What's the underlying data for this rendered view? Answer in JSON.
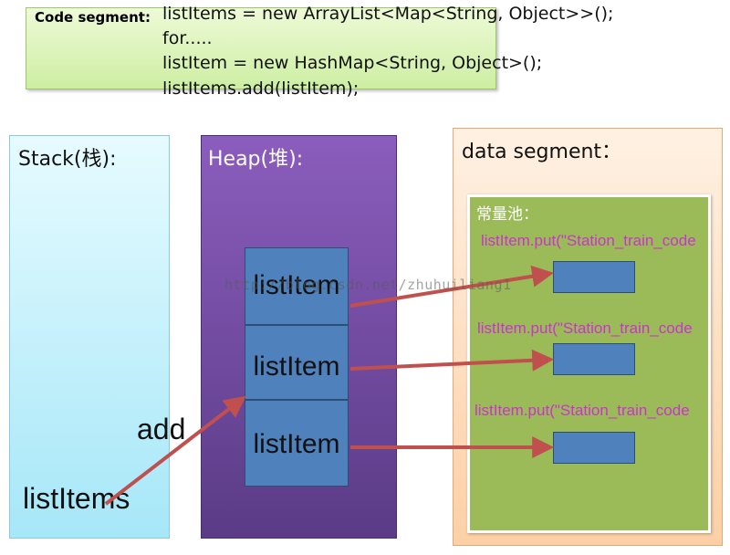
{
  "code": {
    "label": "Code segment:",
    "lines": [
      "listItems = new ArrayList<Map<String, Object>>();",
      "for.....",
      "listItem = new HashMap<String, Object>();",
      "listItems.add(listItem);"
    ]
  },
  "stack": {
    "title": "Stack(栈):"
  },
  "heap": {
    "title": "Heap(堆):",
    "blocks": [
      "listItem",
      "listItem",
      "listItem"
    ]
  },
  "data_segment": {
    "title": "data segment：",
    "pool_title": "常量池：",
    "puts": [
      "listItem.put(\"Station_train_code",
      "listItem.put(\"Station_train_code",
      "listItem.put(\"Station_train_code"
    ]
  },
  "labels": {
    "list_items": "listItems",
    "add": "add"
  },
  "watermark": "http://blog.csdn.net/zhuhuiliang1",
  "colors": {
    "arrow": "#c0504d",
    "block_fill": "#4f81bd",
    "pool_fill": "#9bbb59",
    "heap_fill": "#7b52ab",
    "put_text": "#cc33cc"
  }
}
